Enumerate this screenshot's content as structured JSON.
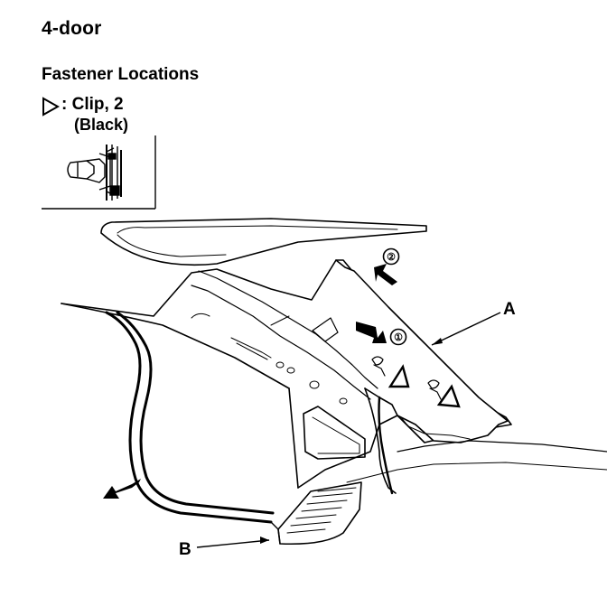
{
  "figure": {
    "title": "4-door",
    "subtitle": "Fastener Locations",
    "legend": {
      "label": ": Clip, 2",
      "color_note": "(Black)",
      "symbol": "triangle-outline-icon"
    },
    "step_markers": [
      "①",
      "②"
    ],
    "callouts": {
      "a": "A",
      "b": "B"
    }
  }
}
